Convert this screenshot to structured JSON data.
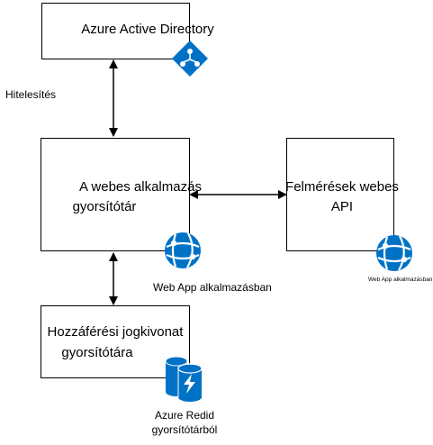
{
  "nodes": {
    "aad": {
      "label": "Azure Active Directory"
    },
    "webapp": {
      "label_line1": "A webes alkalmazás",
      "label_line2": "gyorsítótár",
      "icon_caption": "Web App alkalmazásban"
    },
    "survey_api": {
      "label_line1": "Felmérések webes",
      "label_line2": "API",
      "icon_caption": "Web App alkalmazásban"
    },
    "token_cache": {
      "label_line1": "Hozzáférési jogkivonat",
      "label_line2": "gyorsítótára",
      "icon_caption_line1": "Azure Redid",
      "icon_caption_line2": "gyorsítótárból"
    }
  },
  "edges": {
    "auth": {
      "label": "Hitelesítés"
    }
  },
  "icons": {
    "aad": "azure-ad-icon",
    "webapp": "web-app-globe-icon",
    "survey_api": "web-app-globe-icon",
    "redis": "redis-cache-icon"
  },
  "colors": {
    "azure_blue": "#0072C6",
    "line": "#000000"
  }
}
